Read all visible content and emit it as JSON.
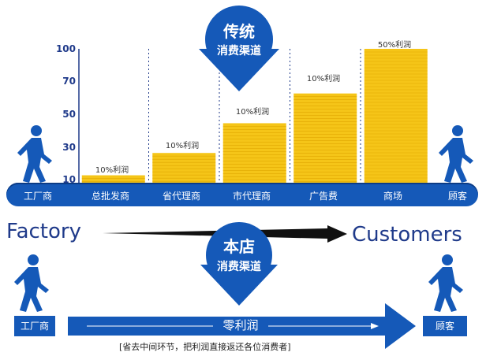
{
  "chart_data": {
    "type": "bar",
    "categories": [
      "总批发商",
      "省代理商",
      "市代理商",
      "广告费",
      "商场"
    ],
    "values": [
      15,
      30,
      50,
      70,
      100
    ],
    "bar_labels": [
      "10%利润",
      "10%利润",
      "10%利润",
      "10%利润",
      "50%利润"
    ],
    "yticks": [
      10,
      30,
      50,
      70,
      100
    ],
    "ylim": [
      10,
      100
    ],
    "bar_color": "#f5c518"
  },
  "channel": {
    "stages": [
      "工厂商",
      "总批发商",
      "省代理商",
      "市代理商",
      "广告费",
      "商场",
      "顾客"
    ]
  },
  "badges": {
    "traditional_line1": "传统",
    "traditional_line2": "消费渠道",
    "store_line1": "本店",
    "store_line2": "消费渠道"
  },
  "flow": {
    "factory": "Factory",
    "customers": "Customers"
  },
  "bottom": {
    "left_box": "工厂商",
    "right_box": "顾客",
    "arrow_text": "零利润",
    "note": "[省去中间环节，把利润直接返还各位消费者]"
  },
  "colors": {
    "blue": "#1559b8",
    "yellow": "#f5c518"
  }
}
